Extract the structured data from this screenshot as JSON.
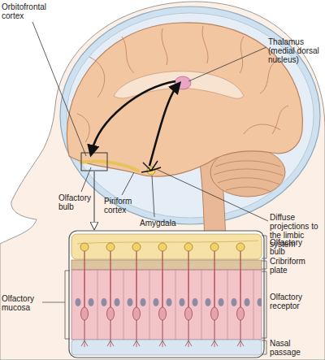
{
  "diagram": {
    "labels": [
      "Orbitofrontal cortex",
      "Thalamus (medial dorsal nucleus)",
      "Olfactory bulb",
      "Piriform cortex",
      "Amygdala",
      "Diffuse projections to the limbic system",
      "Olfactory bulb",
      "Cribriform plate",
      "Olfactory mucosa",
      "Olfactory receptor",
      "Nasal passage"
    ]
  }
}
